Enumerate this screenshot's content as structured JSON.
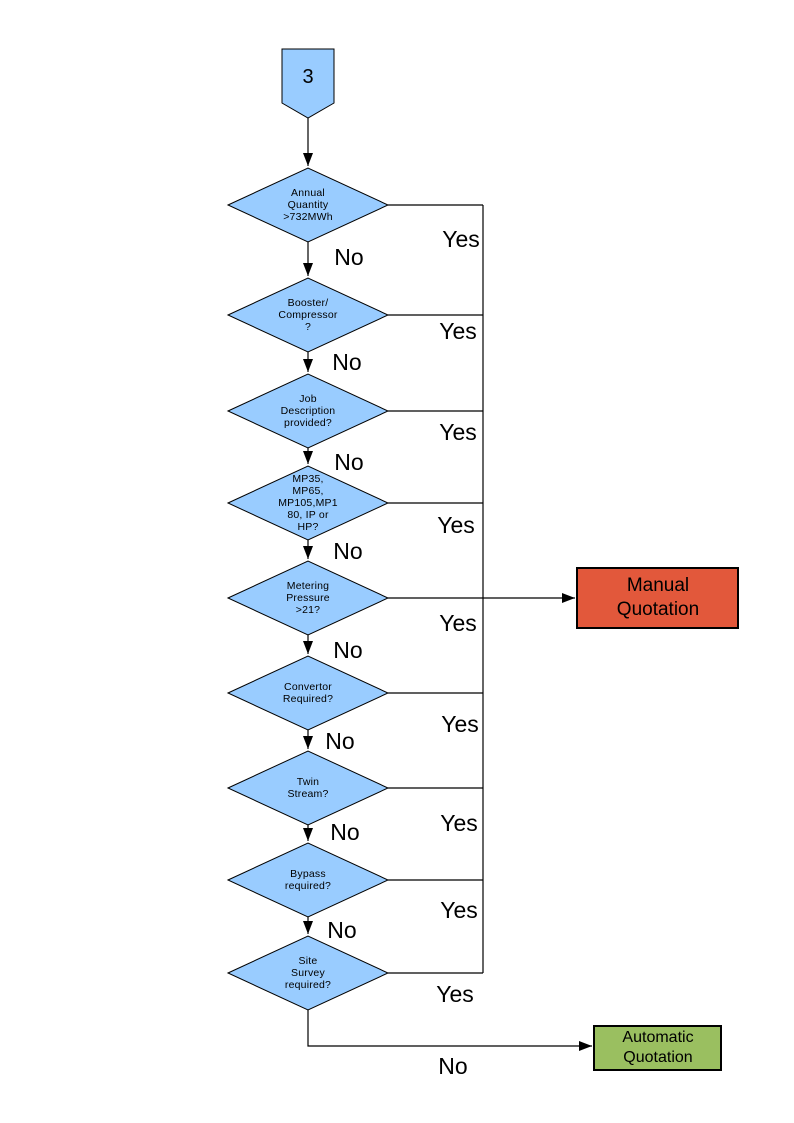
{
  "page": {
    "background": "#FFFFFF"
  },
  "colors": {
    "decision_fill": "#99CCFF",
    "stroke": "#000000",
    "manual_fill": "#E2583B",
    "automatic_fill": "#9ABF60"
  },
  "connector": {
    "label": "3"
  },
  "decisions": [
    {
      "id": "annual-quantity",
      "label": "Annual\nQuantity\n>732MWh",
      "yes_label": "Yes",
      "no_label": "No"
    },
    {
      "id": "booster-compressor",
      "label": "Booster/\nCompressor\n?",
      "yes_label": "Yes",
      "no_label": "No"
    },
    {
      "id": "job-description",
      "label": "Job\nDescription\nprovided?",
      "yes_label": "Yes",
      "no_label": "No"
    },
    {
      "id": "meter-type",
      "label": "MP35,\nMP65,\nMP105,MP1\n80, IP or\nHP?",
      "yes_label": "Yes",
      "no_label": "No"
    },
    {
      "id": "metering-pressure",
      "label": "Metering\nPressure\n>21?",
      "yes_label": "Yes",
      "no_label": "No"
    },
    {
      "id": "convertor",
      "label": "Convertor\nRequired?",
      "yes_label": "Yes",
      "no_label": "No"
    },
    {
      "id": "twin-stream",
      "label": "Twin\nStream?",
      "yes_label": "Yes",
      "no_label": "No"
    },
    {
      "id": "bypass",
      "label": "Bypass\nrequired?",
      "yes_label": "Yes",
      "no_label": "No"
    },
    {
      "id": "site-survey",
      "label": "Site\nSurvey\nrequired?",
      "yes_label": "Yes",
      "no_label": "No"
    }
  ],
  "outcomes": {
    "manual": {
      "label": "Manual\nQuotation"
    },
    "automatic": {
      "label": "Automatic\nQuotation"
    }
  }
}
